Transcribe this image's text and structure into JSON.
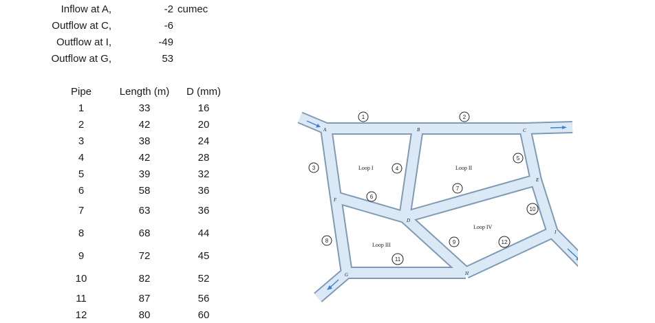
{
  "flows": [
    {
      "label": "Inflow at A,",
      "value": "-2",
      "unit": "cumec"
    },
    {
      "label": "Outflow at C,",
      "value": "-6",
      "unit": ""
    },
    {
      "label": "Outflow at I,",
      "value": "-49",
      "unit": ""
    },
    {
      "label": "Outflow at G,",
      "value": "53",
      "unit": ""
    }
  ],
  "pipe_table": {
    "headers": [
      "Pipe",
      "Length (m)",
      "D (mm)"
    ],
    "rows": [
      [
        "1",
        "33",
        "16"
      ],
      [
        "2",
        "42",
        "20"
      ],
      [
        "3",
        "38",
        "24"
      ],
      [
        "4",
        "42",
        "28"
      ],
      [
        "5",
        "39",
        "32"
      ],
      [
        "6",
        "58",
        "36"
      ],
      [
        "7",
        "63",
        "36"
      ],
      [
        "8",
        "68",
        "44"
      ],
      [
        "9",
        "72",
        "45"
      ],
      [
        "10",
        "82",
        "52"
      ],
      [
        "11",
        "87",
        "56"
      ],
      [
        "12",
        "80",
        "60"
      ]
    ]
  },
  "network": {
    "nodes": [
      "A",
      "B",
      "C",
      "D",
      "E",
      "F",
      "G",
      "H",
      "I"
    ],
    "loops": [
      "Loop I",
      "Loop II",
      "Loop III",
      "Loop IV"
    ],
    "pipe_numbers": [
      "1",
      "2",
      "3",
      "4",
      "5",
      "6",
      "7",
      "8",
      "9",
      "10",
      "11",
      "12"
    ],
    "pipe_color": "#dbe9f6",
    "pipe_outline_color": "#7f9ab5",
    "arrow_color": "#3f7fd0"
  }
}
